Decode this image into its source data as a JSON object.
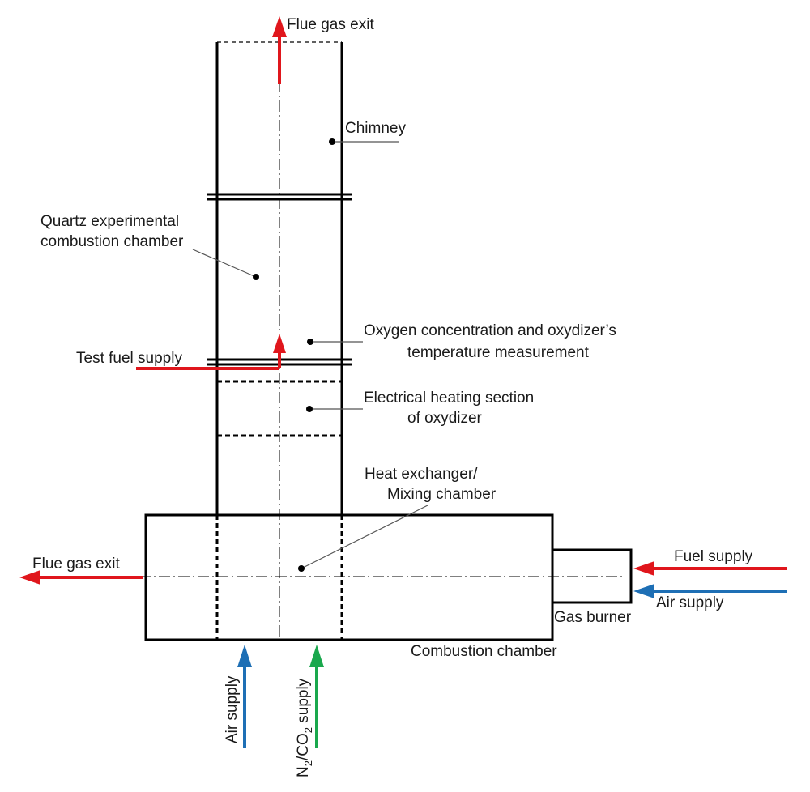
{
  "labels": {
    "flue_gas_exit_top": "Flue gas exit",
    "chimney": "Chimney",
    "quartz_line1": "Quartz experimental",
    "quartz_line2": "combustion chamber",
    "oxygen_line1": "Oxygen concentration and oxydizer’s",
    "oxygen_line2": "temperature measurement",
    "test_fuel_supply": "Test fuel supply",
    "heating_line1": "Electrical heating section",
    "heating_line2": "of oxydizer",
    "heat_exchanger_line1": "Heat exchanger/",
    "heat_exchanger_line2": "Mixing chamber",
    "flue_gas_exit_left": "Flue gas exit",
    "fuel_supply": "Fuel supply",
    "air_supply_right": "Air supply",
    "gas_burner": "Gas burner",
    "combustion_chamber": "Combustion chamber",
    "air_supply_bottom": "Air supply",
    "n2_co2_supply": {
      "n": "N",
      "sub1": "2",
      "mid": "/CO",
      "sub2": "2",
      "rest": " supply"
    }
  },
  "colors": {
    "line": "#000000",
    "red_arrow": "#e0161c",
    "blue_arrow": "#1e6fb5",
    "green_arrow": "#1aa84d",
    "leader": "#555555"
  }
}
